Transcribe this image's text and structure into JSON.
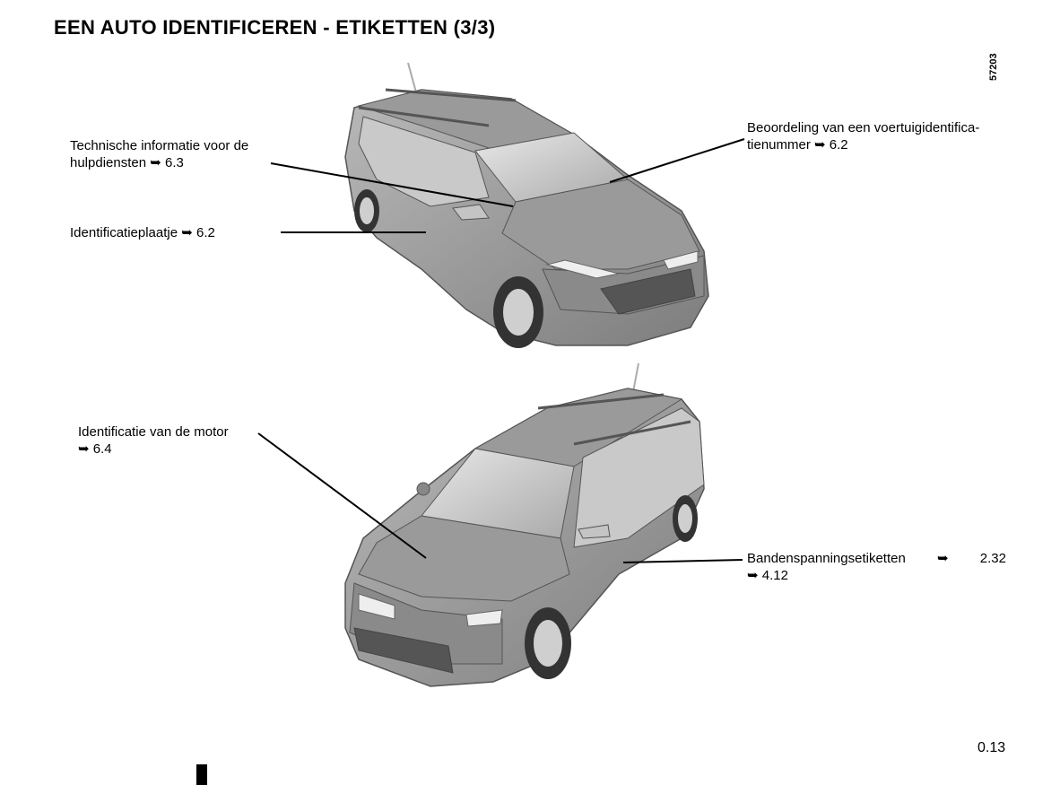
{
  "page": {
    "title": "EEN AUTO IDENTIFICEREN - ETIKETTEN (3/3)",
    "image_ref": "57203",
    "page_number": "0.13"
  },
  "labels": {
    "technical_info": {
      "line1": "Technische informatie voor de",
      "line2": "hulpdiensten ➥ 6.3"
    },
    "id_plate": {
      "text": "Identificatieplaatje ➥ 6.2"
    },
    "vin": {
      "line1": "Beoordeling van een voertuigidentifica-",
      "line2": "tienummer ➥ 6.2"
    },
    "engine_id": {
      "line1": "Identificatie van de motor",
      "line2": "➥ 6.4"
    },
    "tyre_pressure": {
      "line1_text": "Bandenspanningsetiketten",
      "line1_ref_arrow": "➥",
      "line1_ref": "2.32",
      "line2": "➥ 4.12"
    }
  }
}
